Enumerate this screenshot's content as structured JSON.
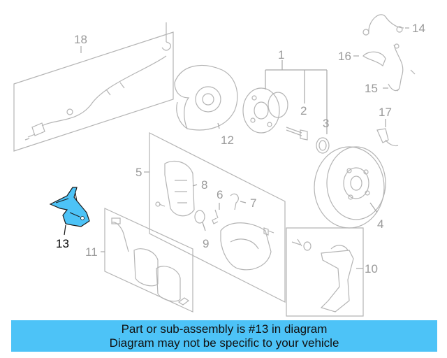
{
  "callouts": {
    "c1": "1",
    "c2": "2",
    "c3": "3",
    "c4": "4",
    "c5": "5",
    "c6": "6",
    "c7": "7",
    "c8": "8",
    "c9": "9",
    "c10": "10",
    "c11": "11",
    "c12": "12",
    "c13": "13",
    "c14": "14",
    "c15": "15",
    "c16": "16",
    "c17": "17",
    "c18": "18"
  },
  "highlighted_part": "13",
  "colors": {
    "banner": "#4dc3f7",
    "highlight": "#4dc3f7",
    "line_art": "#b4b4b4"
  },
  "banner": {
    "line1": "Part or sub-assembly is #13 in diagram",
    "line2": "Diagram may not be specific to your vehicle"
  }
}
